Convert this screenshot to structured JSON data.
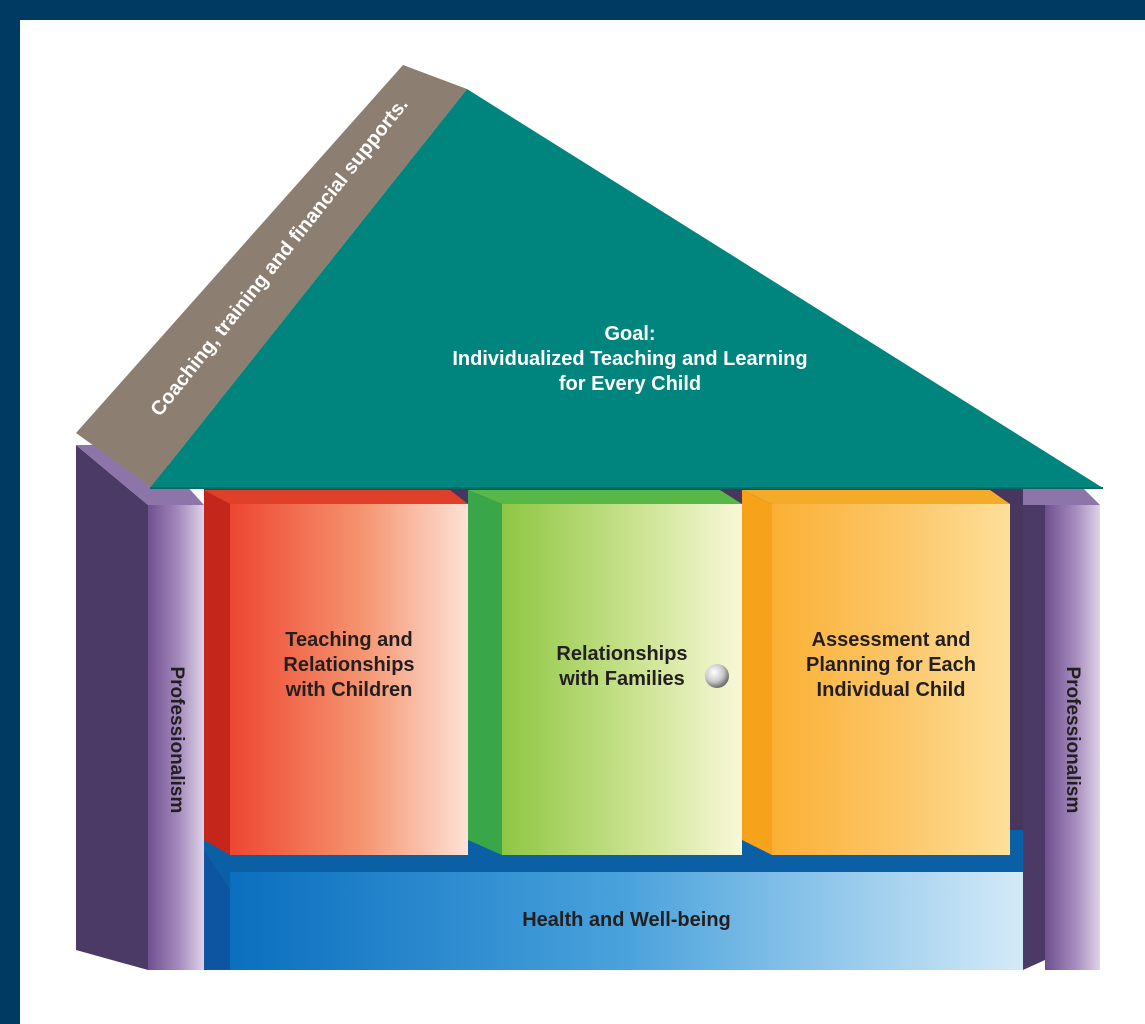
{
  "roof": {
    "goal_line1": "Goal:",
    "goal_line2": "Individualized Teaching and Learning",
    "goal_line3": "for Every Child",
    "supports": "Coaching, training and financial supports."
  },
  "pillars": {
    "left": {
      "line1": "Teaching and",
      "line2": "Relationships",
      "line3": "with Children"
    },
    "middle": {
      "line1": "Relationships",
      "line2": "with Families"
    },
    "right": {
      "line1": "Assessment and",
      "line2": "Planning for Each",
      "line3": "Individual Child"
    }
  },
  "side_walls": {
    "left_label": "Professionalism",
    "right_label": "Professionalism"
  },
  "foundation": {
    "label": "Health and Well-being"
  },
  "colors": {
    "frame": "#003a63",
    "roof_teal": "#00857e",
    "roof_band": "#8c7f72",
    "professionalism_purple": "#7b5c97",
    "wall_dark": "#4a3a63",
    "pillar_red": "#ef4b33",
    "pillar_green": "#8dc63f",
    "pillar_yellow": "#fbb034",
    "foundation_blue": "#0d76c5"
  }
}
